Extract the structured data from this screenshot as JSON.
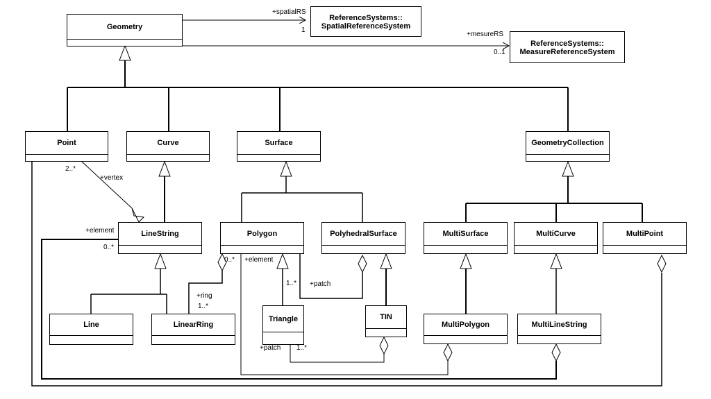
{
  "classes": {
    "geometry": "Geometry",
    "spatial_rs_line1": "ReferenceSystems::",
    "spatial_rs_line2": "SpatialReferenceSystem",
    "measure_rs_line1": "ReferenceSystems::",
    "measure_rs_line2": "MeasureReferenceSystem",
    "point": "Point",
    "curve": "Curve",
    "surface": "Surface",
    "geometry_collection": "GeometryCollection",
    "line_string": "LineString",
    "polygon": "Polygon",
    "polyhedral_surface": "PolyhedralSurface",
    "multi_surface": "MultiSurface",
    "multi_curve": "MultiCurve",
    "multi_point": "MultiPoint",
    "line": "Line",
    "linear_ring": "LinearRing",
    "triangle": "Triangle",
    "tin": "TIN",
    "multi_polygon": "MultiPolygon",
    "multi_line_string": "MultiLineString"
  },
  "labels": {
    "spatial_rs_role": "+spatialRS",
    "spatial_rs_mult": "1",
    "measure_rs_role": "+mesureRS",
    "measure_rs_mult": "0..1",
    "point_mult": "2..*",
    "vertex_role": "+vertex",
    "element_role_left": "+element",
    "linestring_mult": "0..*",
    "polygon_mult": "0..*",
    "element_role_poly": "+element",
    "ring_role": "+ring",
    "ring_mult": "1..*",
    "triangle_mult": "1..*",
    "patch_role_poly": "+patch",
    "patch_role_tin": "+patch",
    "tin_mult": "1..*"
  }
}
